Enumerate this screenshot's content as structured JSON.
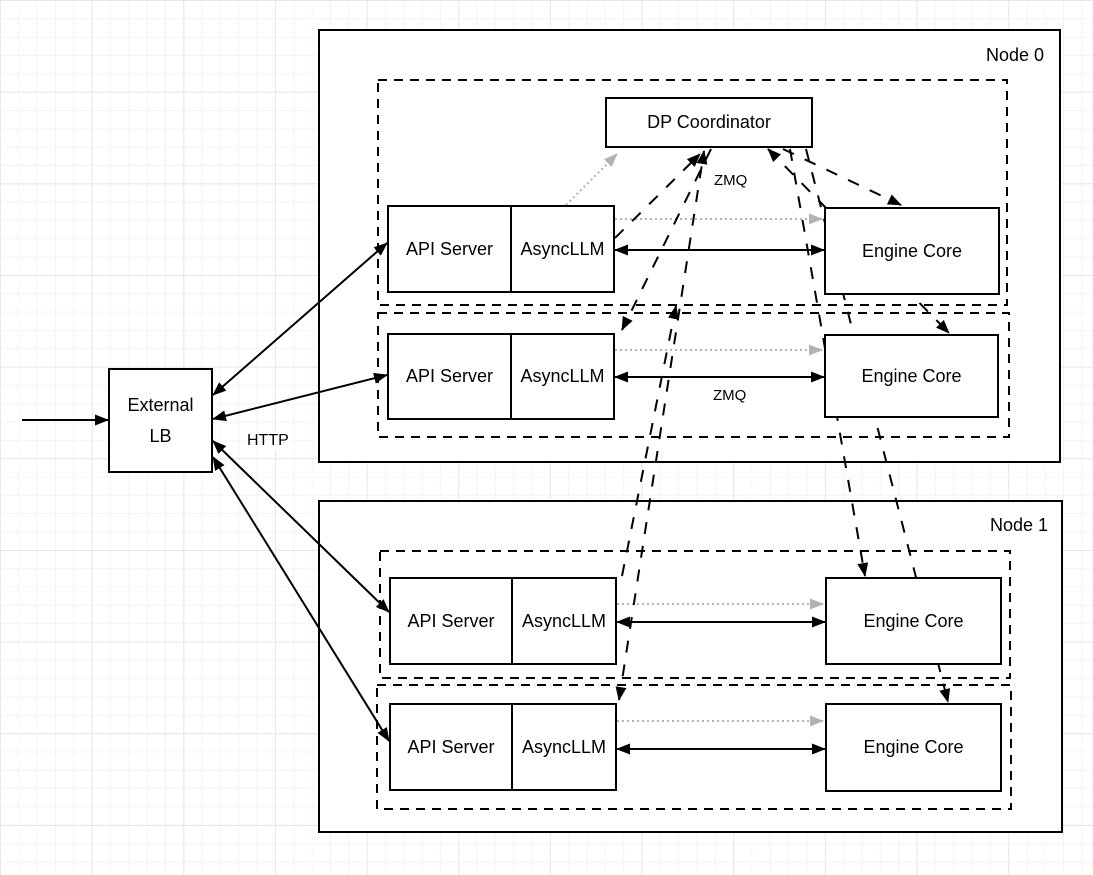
{
  "external_lb": {
    "line1": "External",
    "line2": "LB"
  },
  "coordinator": {
    "label": "DP Coordinator"
  },
  "labels": {
    "http": "HTTP",
    "zmq_coordinator": "ZMQ",
    "zmq_engine": "ZMQ"
  },
  "nodes": [
    {
      "label": "Node 0",
      "rows": [
        {
          "api_server": "API Server",
          "async_llm": "AsyncLLM",
          "engine_core": "Engine Core"
        },
        {
          "api_server": "API Server",
          "async_llm": "AsyncLLM",
          "engine_core": "Engine Core"
        }
      ]
    },
    {
      "label": "Node 1",
      "rows": [
        {
          "api_server": "API Server",
          "async_llm": "AsyncLLM",
          "engine_core": "Engine Core"
        },
        {
          "api_server": "API Server",
          "async_llm": "AsyncLLM",
          "engine_core": "Engine Core"
        }
      ]
    }
  ],
  "colors": {
    "stroke": "#000000",
    "gray_arrow": "#b3b3b3",
    "box_fill": "#ffffff",
    "grid_minor": "#f4f4f4",
    "grid_major": "#e7e7e7"
  }
}
